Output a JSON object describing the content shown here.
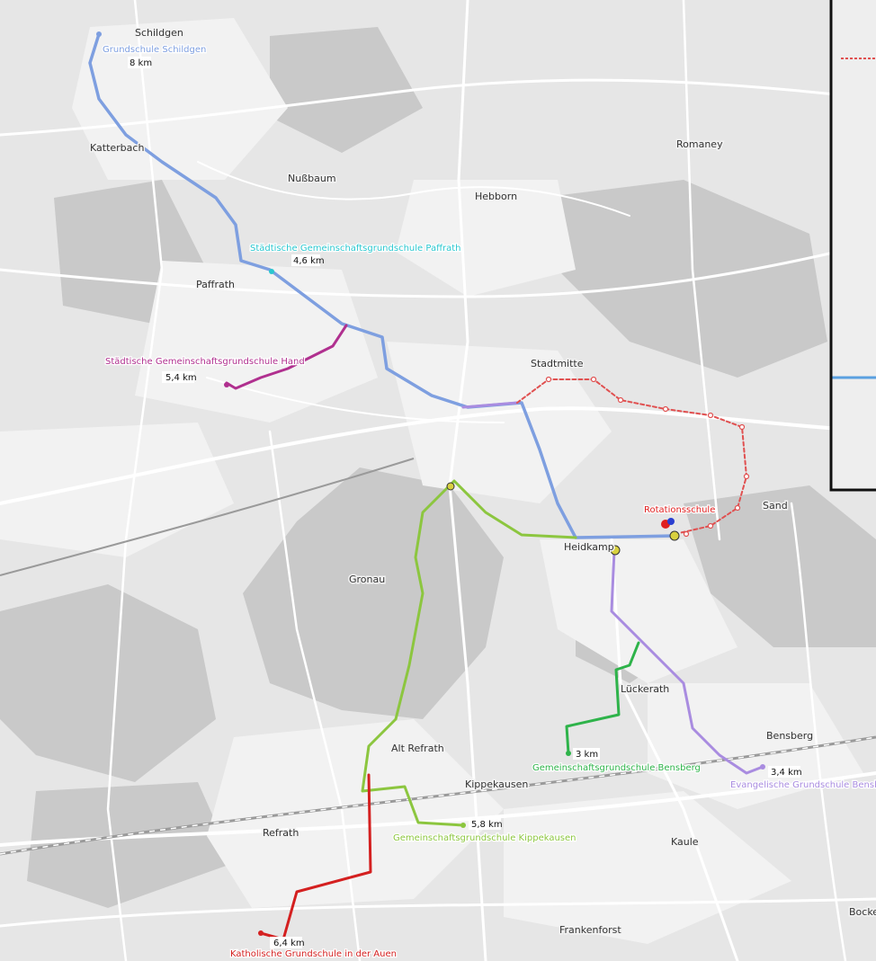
{
  "map": {
    "places": [
      {
        "name": "Schildgen"
      },
      {
        "name": "Katterbach"
      },
      {
        "name": "Nußbaum"
      },
      {
        "name": "Romaney"
      },
      {
        "name": "Hebborn"
      },
      {
        "name": "Paffrath"
      },
      {
        "name": "Stadtmitte"
      },
      {
        "name": "Sand"
      },
      {
        "name": "Heidkamp"
      },
      {
        "name": "Gronau"
      },
      {
        "name": "Lückerath"
      },
      {
        "name": "Bensberg"
      },
      {
        "name": "Alt Refrath"
      },
      {
        "name": "Kippekausen"
      },
      {
        "name": "Refrath"
      },
      {
        "name": "Kaule"
      },
      {
        "name": "Frankenforst"
      },
      {
        "name": "Bocker"
      }
    ],
    "rotation_school": {
      "label": "Rotationsschule",
      "color": "#e02020"
    },
    "routes": [
      {
        "school": "Grundschule Schildgen",
        "distance": "8 km",
        "color": "#7e9fe0"
      },
      {
        "school": "Städtische Gemeinschaftsgrundschule Paffrath",
        "distance": "4,6 km",
        "color": "#2ac7cf"
      },
      {
        "school": "Städtische Gemeinschaftsgrundschule Hand",
        "distance": "5,4 km",
        "color": "#b0308f"
      },
      {
        "school": "Gemeinschaftsgrundschule Kippekausen",
        "distance": "5,8 km",
        "color": "#8cc63f"
      },
      {
        "school": "Gemeinschaftsgrundschule Bensberg",
        "distance": "3 km",
        "color": "#2eb34a"
      },
      {
        "school": "Evangelische Grundschule Bensberg",
        "distance": "3,4 km",
        "color": "#a98ce0"
      },
      {
        "school": "Katholische Grundschule in der Auen",
        "distance": "6,4 km",
        "color": "#d42020"
      }
    ],
    "colors": {
      "rotation_route": "#e05050",
      "inset_frame": "#111111"
    }
  }
}
